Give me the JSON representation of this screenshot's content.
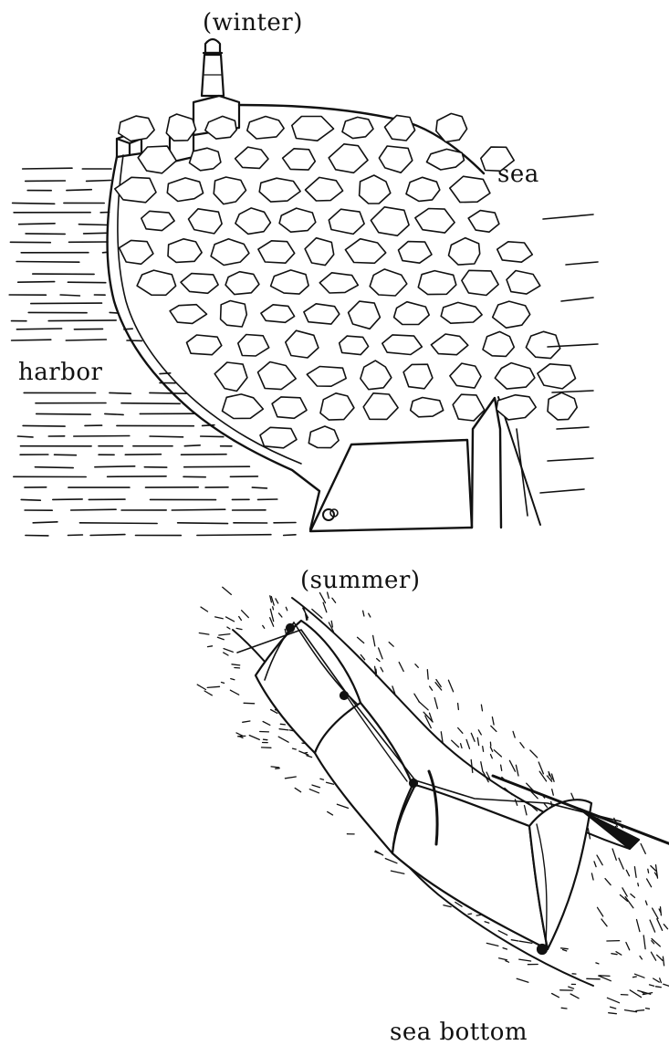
{
  "labels": {
    "winter": "(winter)",
    "sea": "sea",
    "harbor": "harbor",
    "summer": "(summer)",
    "sea_bottom": "sea bottom"
  },
  "colors": {
    "ink": "#111111",
    "paper": "#ffffff"
  }
}
